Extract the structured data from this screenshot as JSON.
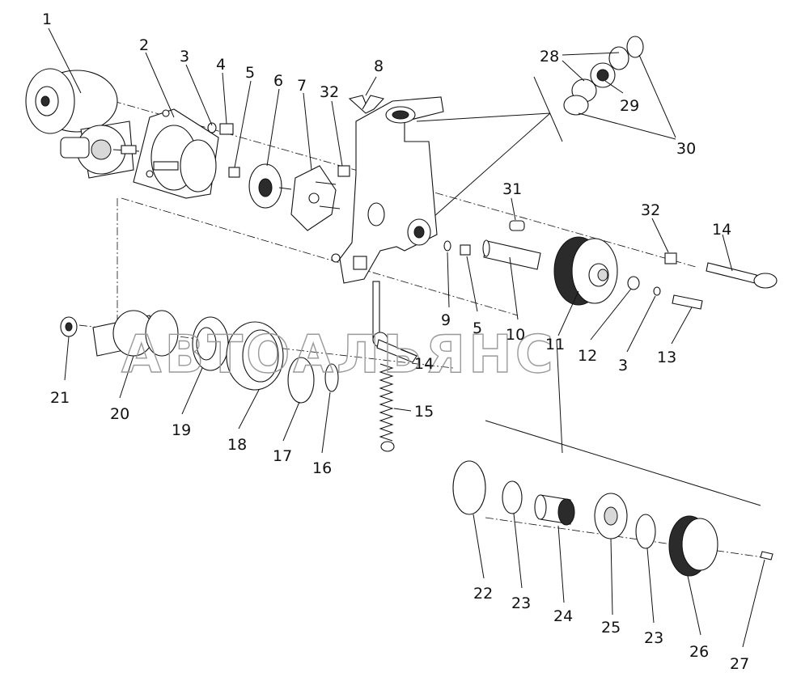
{
  "watermark": "АВТОАЛЬЯНС",
  "callouts": [
    "1",
    "2",
    "3",
    "4",
    "5",
    "6",
    "7",
    "32",
    "8",
    "28",
    "29",
    "30",
    "31",
    "32",
    "14",
    "9",
    "5",
    "10",
    "11",
    "12",
    "3",
    "13",
    "21",
    "20",
    "19",
    "18",
    "17",
    "16",
    "14",
    "15",
    "22",
    "23",
    "24",
    "25",
    "23",
    "26",
    "27"
  ]
}
